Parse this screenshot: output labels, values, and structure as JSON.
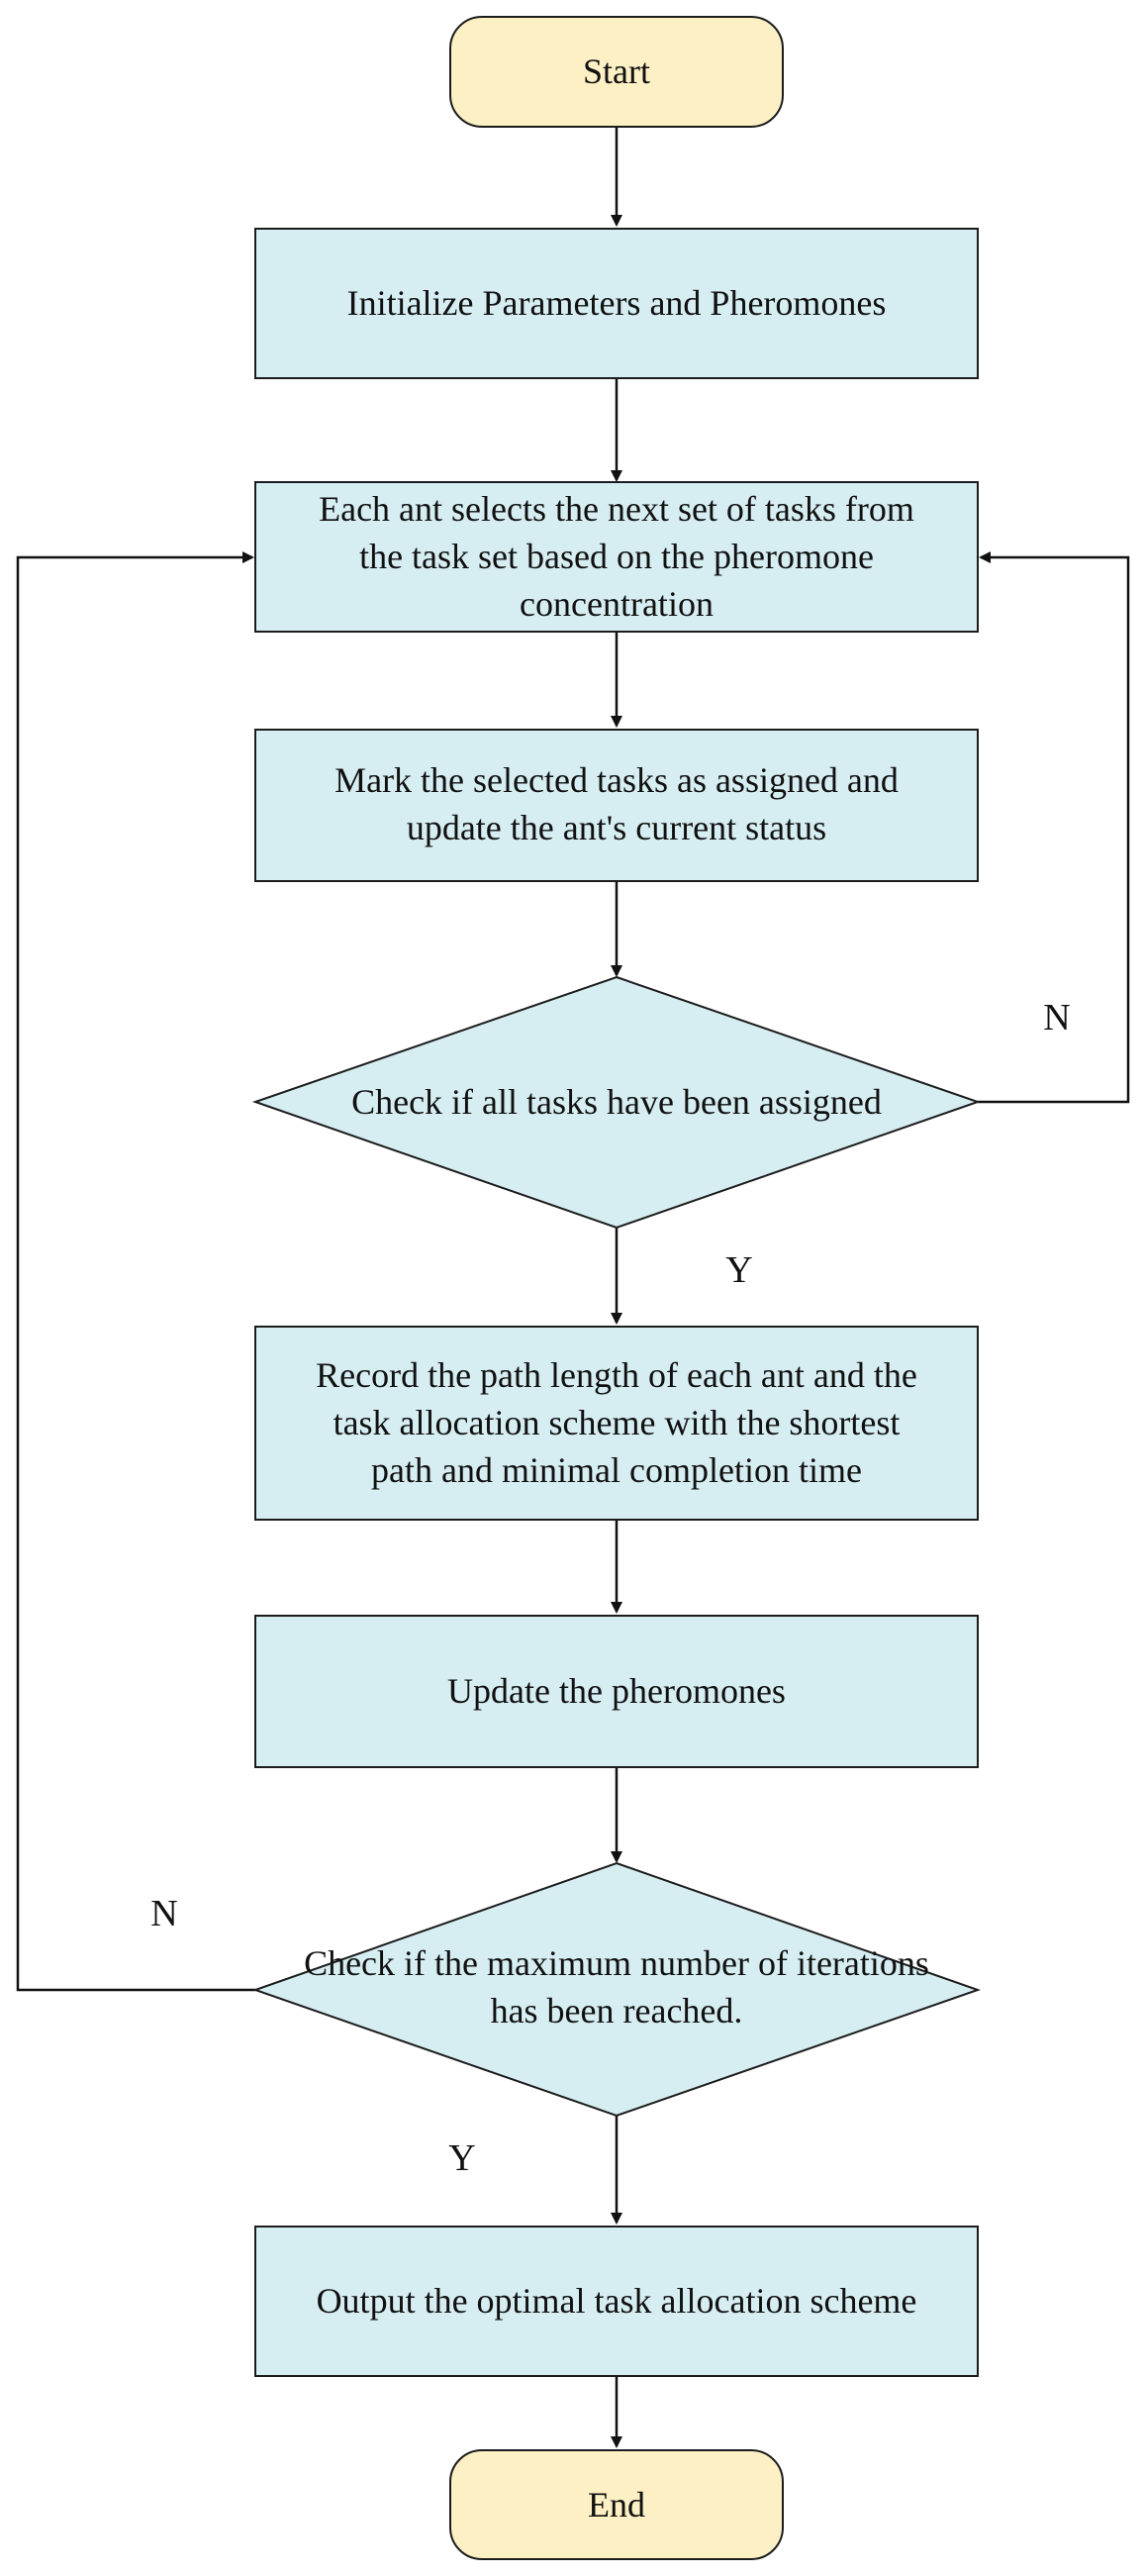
{
  "colors": {
    "terminal_fill": "#fdf0c5",
    "process_fill": "#d6eef2",
    "stroke": "#1c1c1c",
    "background": "#ffffff"
  },
  "nodes": {
    "start": {
      "lines": [
        "Start"
      ]
    },
    "init": {
      "lines": [
        "Initialize Parameters and Pheromones"
      ]
    },
    "select": {
      "lines": [
        "Each ant selects the next set of tasks from",
        "the task set based on the pheromone",
        "concentration"
      ]
    },
    "mark": {
      "lines": [
        "Mark the selected tasks as assigned and",
        "update the ant's current status"
      ]
    },
    "check_assigned": {
      "lines": [
        "Check if all tasks have been assigned"
      ]
    },
    "record": {
      "lines": [
        "Record the path length of each ant and the",
        "task allocation scheme with the shortest",
        "path and minimal completion time"
      ]
    },
    "update": {
      "lines": [
        "Update the pheromones"
      ]
    },
    "check_iter": {
      "lines": [
        "Check if the maximum number of iterations",
        "has been reached."
      ]
    },
    "output": {
      "lines": [
        "Output the optimal task allocation scheme"
      ]
    },
    "end": {
      "lines": [
        "End"
      ]
    }
  },
  "edge_labels": {
    "assigned_no": "N",
    "assigned_yes": "Y",
    "iter_no": "N",
    "iter_yes": "Y"
  }
}
